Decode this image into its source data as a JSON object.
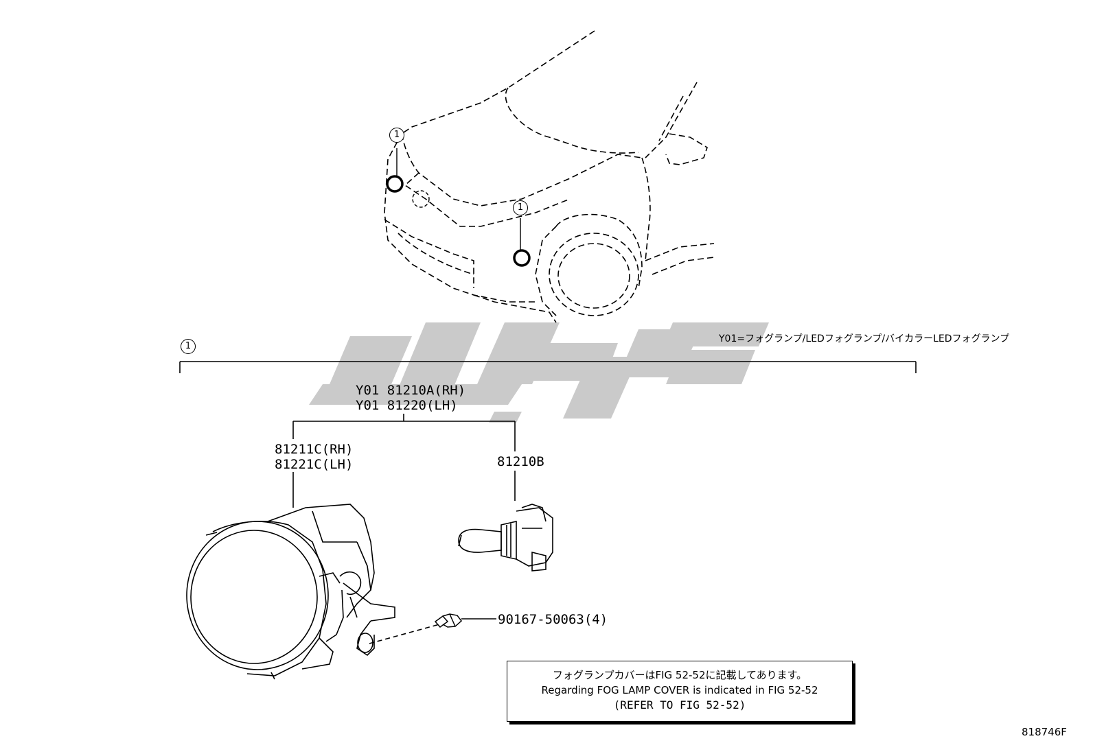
{
  "ref_marker": "1",
  "legend": "Y01=フォグランプ/LEDフォグランプ/バイカラーLEDフォグランプ",
  "parts": {
    "assy_rh": "Y01 81210A(RH)",
    "assy_lh": "Y01 81220(LH)",
    "unit_rh": "81211C(RH)",
    "unit_lh": "81221C(LH)",
    "bulb": "81210B",
    "screw": "90167-50063(4)"
  },
  "note": {
    "line1": "フォグランプカバーはFIG 52-52に記載してあります。",
    "line2": "Regarding FOG LAMP COVER is indicated in FIG 52-52",
    "line3": "(REFER TO FIG 52-52)"
  },
  "figure_number": "818746F",
  "colors": {
    "line": "#000000",
    "watermark": "#c8c8c8",
    "background": "#ffffff"
  }
}
